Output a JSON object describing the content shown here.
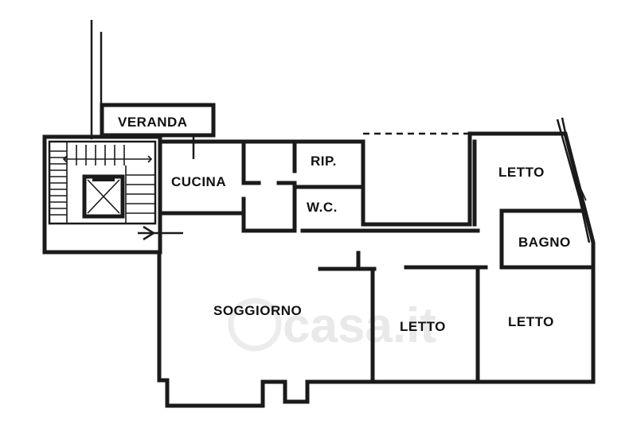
{
  "rooms": {
    "veranda": "VERANDA",
    "cucina": "CUCINA",
    "rip": "RIP.",
    "wc": "W.C.",
    "letto_top": "LETTO",
    "bagno": "BAGNO",
    "soggiorno": "SOGGIORNO",
    "letto_mid": "LETTO",
    "letto_right": "LETTO"
  },
  "watermark": {
    "logo_text": "casa.it"
  },
  "colors": {
    "ink": "#1a1a1a",
    "watermark": "#e9e9e9",
    "background": "#ffffff"
  }
}
